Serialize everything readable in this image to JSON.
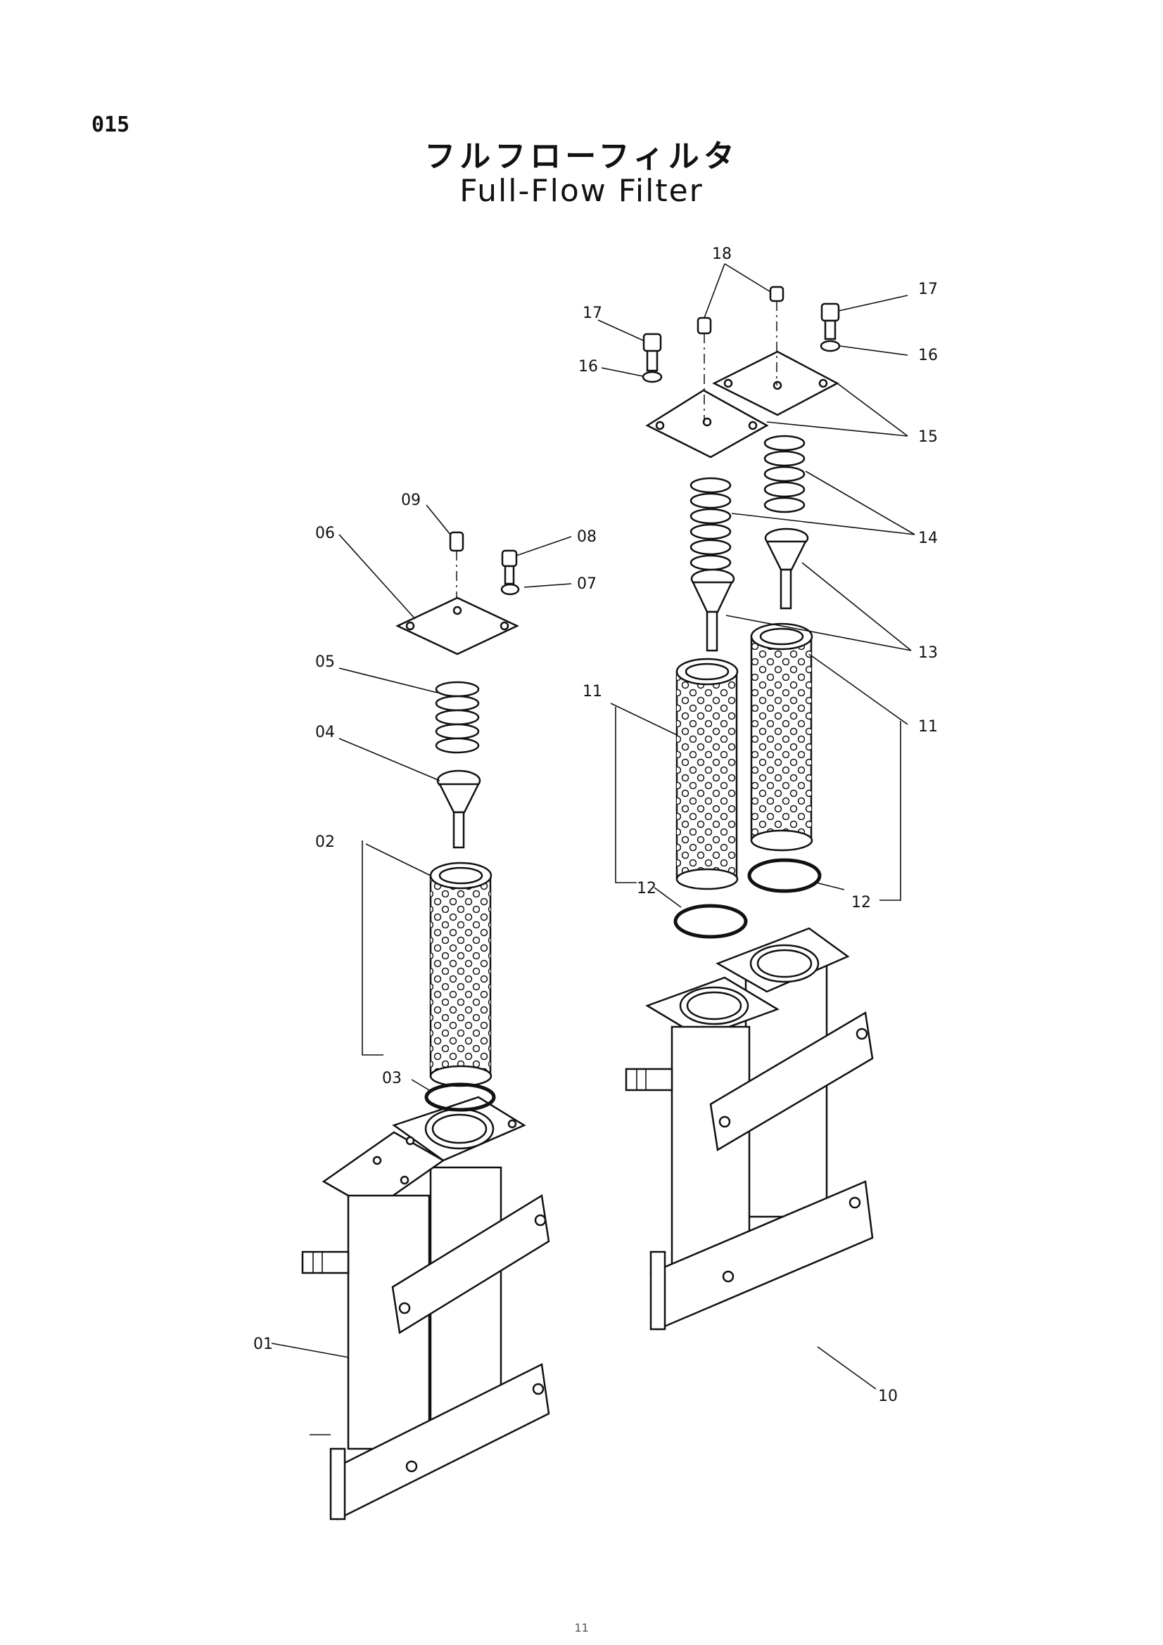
{
  "page": {
    "number": "015",
    "title_jp": "フルフローフィルタ",
    "title_en": "Full-Flow Filter",
    "footer_mark": "11"
  },
  "parts": {
    "p01": "01",
    "p02": "02",
    "p03": "03",
    "p04": "04",
    "p05": "05",
    "p06": "06",
    "p07": "07",
    "p08": "08",
    "p09": "09",
    "p10": "10",
    "p11a": "11",
    "p11b": "11",
    "p12a": "12",
    "p12b": "12",
    "p13": "13",
    "p14": "14",
    "p15": "15",
    "p16a": "16",
    "p16b": "16",
    "p17a": "17",
    "p17b": "17",
    "p18": "18"
  }
}
